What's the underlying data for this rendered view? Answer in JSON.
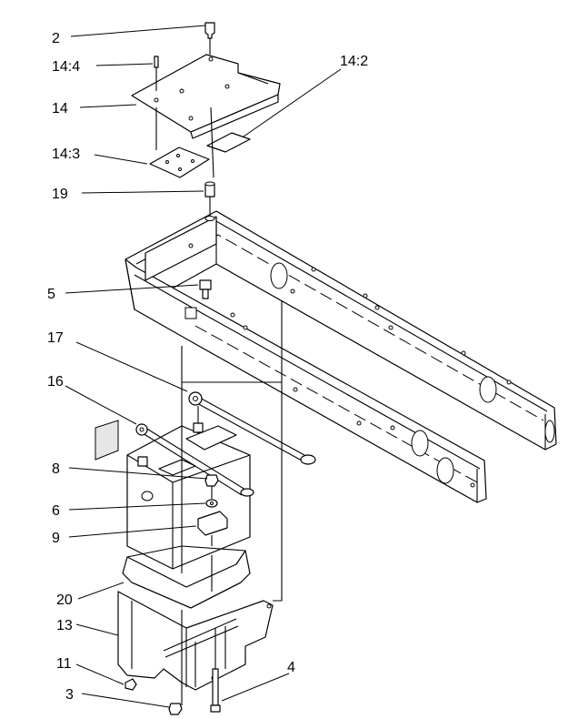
{
  "labels": {
    "l2": "2",
    "l14_4": "14:4",
    "l14_2": "14:2",
    "l14": "14",
    "l14_3": "14:3",
    "l19": "19",
    "l5": "5",
    "l17": "17",
    "l16": "16",
    "l8": "8",
    "l6": "6",
    "l9": "9",
    "l20": "20",
    "l13": "13",
    "l4": "4",
    "l11": "11",
    "l3": "3"
  }
}
